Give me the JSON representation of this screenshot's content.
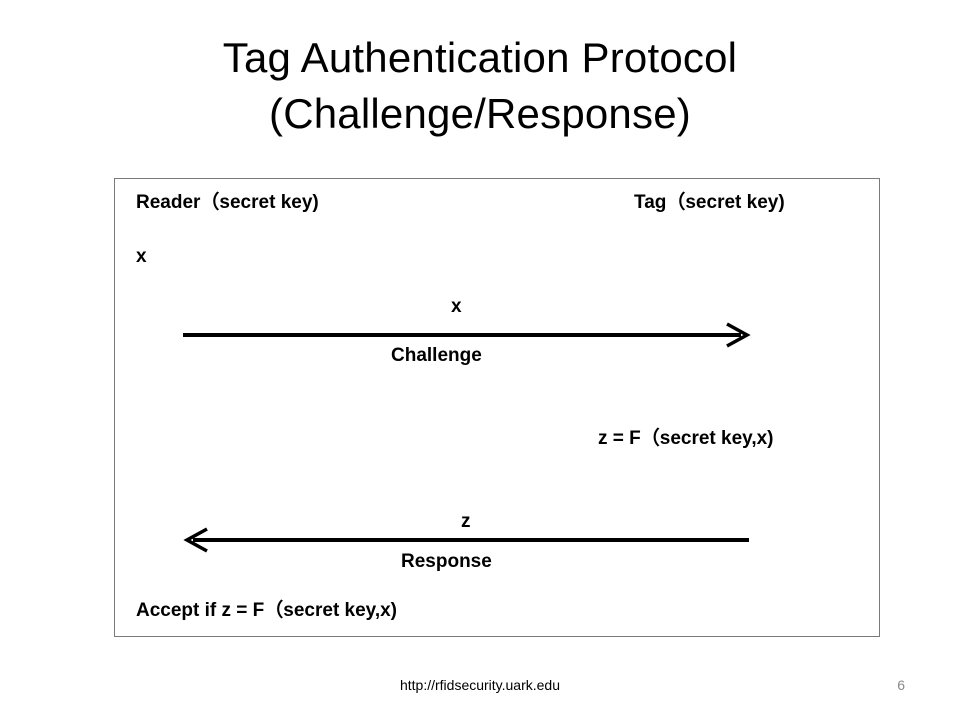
{
  "slide": {
    "title_line1": "Tag Authentication Protocol",
    "title_line2": "(Challenge/Response)",
    "footer_url": "http://rfidsecurity.uark.edu",
    "page_number": "6"
  },
  "diagram": {
    "reader_label": "Reader（secret key)",
    "tag_label": "Tag（secret key)",
    "reader_x": "x",
    "challenge_value": "x",
    "challenge_label": "Challenge",
    "tag_compute": "z = F（secret key,x)",
    "response_value": "z",
    "response_label": "Response",
    "accept_text": "Accept if  z = F（secret key,x)"
  }
}
